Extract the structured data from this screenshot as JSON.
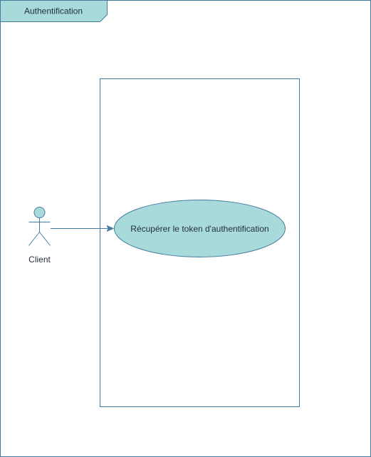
{
  "frame": {
    "title": "Authentification"
  },
  "actor": {
    "label": "Client"
  },
  "use_case": {
    "label": "Récupérer le token d'authentification"
  },
  "colors": {
    "fill": "#a8dadc",
    "stroke": "#457b9d",
    "text": "#1f2d3a"
  }
}
